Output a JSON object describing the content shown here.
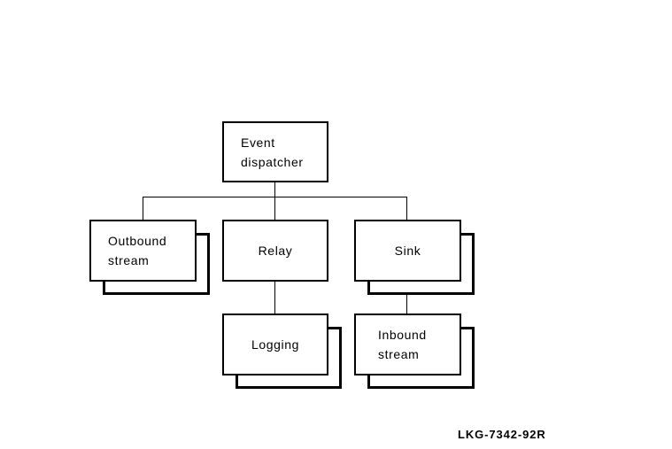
{
  "figure_label": "LKG-7342-92R",
  "colors": {
    "line": "#000000",
    "background": "#ffffff",
    "box_fill": "#ffffff"
  },
  "nodes": {
    "event_dispatcher": {
      "label": "Event dispatcher",
      "line1": "Event",
      "line2": "dispatcher",
      "stacked": false
    },
    "outbound_stream": {
      "label": "Outbound stream",
      "line1": "Outbound",
      "line2": "stream",
      "stacked": true
    },
    "relay": {
      "label": "Relay",
      "stacked": false
    },
    "sink": {
      "label": "Sink",
      "stacked": true
    },
    "logging": {
      "label": "Logging",
      "stacked": true
    },
    "inbound_stream": {
      "label": "Inbound stream",
      "line1": "Inbound",
      "line2": "stream",
      "stacked": true
    }
  },
  "edges": [
    {
      "from": "event_dispatcher",
      "to": "outbound_stream"
    },
    {
      "from": "event_dispatcher",
      "to": "relay"
    },
    {
      "from": "event_dispatcher",
      "to": "sink"
    },
    {
      "from": "relay",
      "to": "logging"
    },
    {
      "from": "sink",
      "to": "inbound_stream"
    }
  ]
}
